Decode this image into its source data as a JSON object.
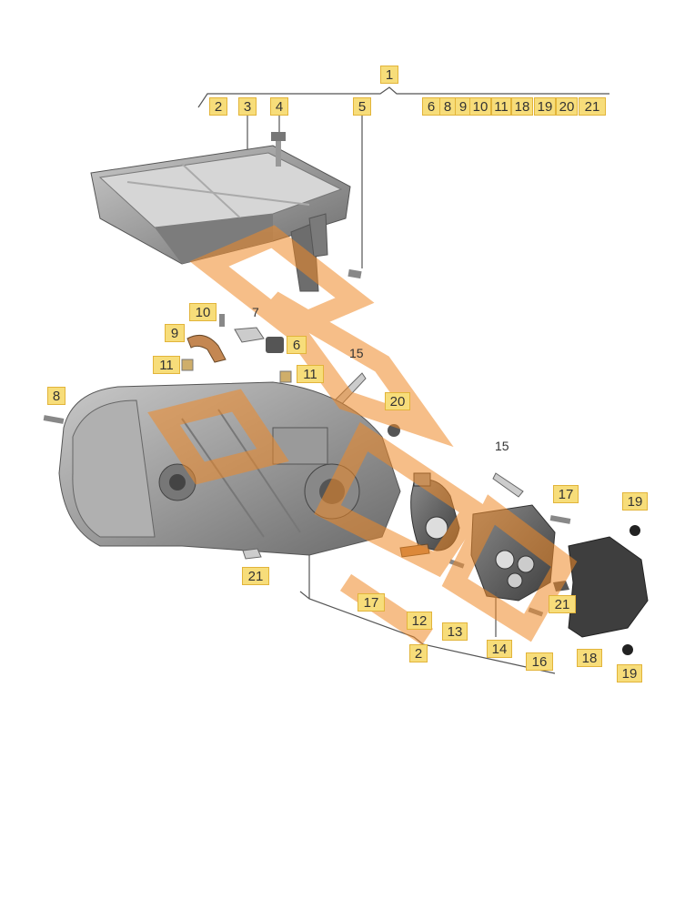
{
  "diagram": {
    "callouts": {
      "c1": "1",
      "c2_top": "2",
      "c3": "3",
      "c4": "4",
      "c5": "5",
      "c6_top": "6",
      "c8_top": "8",
      "c9_top": "9",
      "c10_top": "10",
      "c11_top": "11",
      "c18_top": "18",
      "c19_top": "19",
      "c20_top": "20",
      "c21_top": "21",
      "c10": "10",
      "c7": "7",
      "c9": "9",
      "c6": "6",
      "c15a": "15",
      "c11a": "11",
      "c11b": "11",
      "c20": "20",
      "c8": "8",
      "c15b": "15",
      "c17a": "17",
      "c19a": "19",
      "c21a": "21",
      "c21b": "21",
      "c17b": "17",
      "c12": "12",
      "c13": "13",
      "c14": "14",
      "c16": "16",
      "c18": "18",
      "c2_bottom": "2",
      "c19b": "19"
    },
    "colors": {
      "callout_fill": "#f7dd7a",
      "watermark": "#f08a28",
      "metal": "#8e8e8e"
    }
  }
}
